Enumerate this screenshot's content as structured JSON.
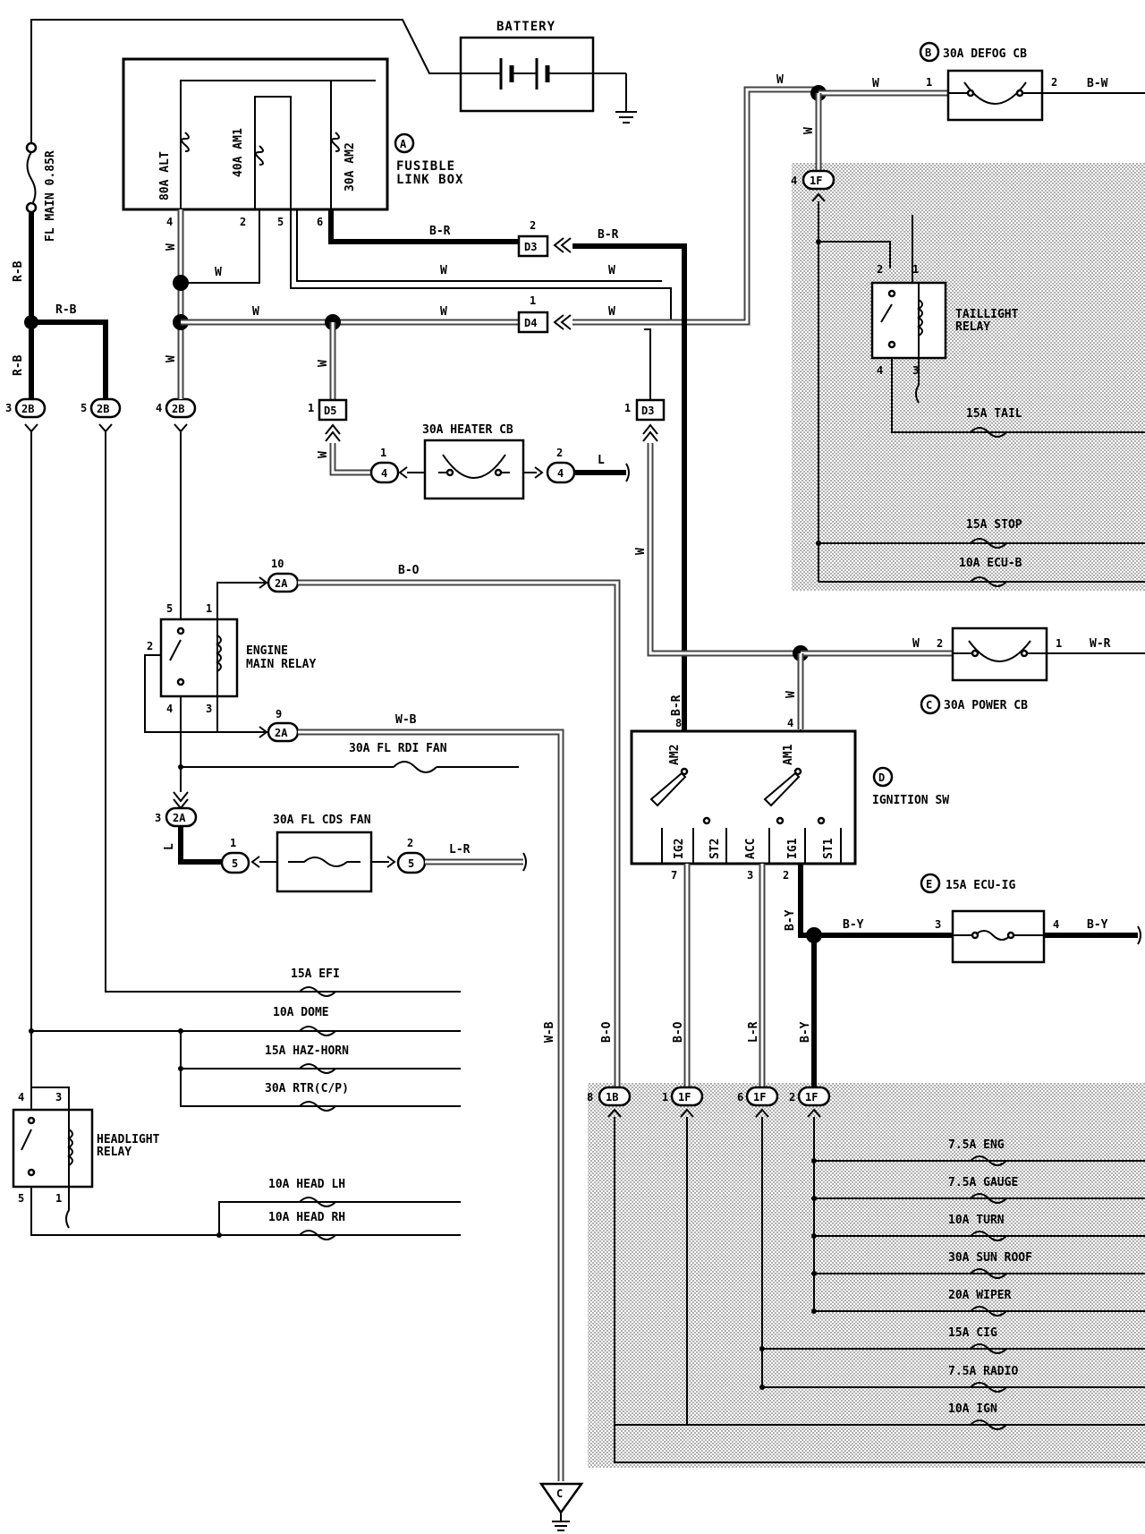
{
  "battery": {
    "label": "BATTERY"
  },
  "fusible_link_box": {
    "letter": "A",
    "label_line1": "FUSIBLE",
    "label_line2": "LINK BOX",
    "fuses": [
      "80A ALT",
      "40A AM1",
      "30A AM2"
    ],
    "pins": [
      "4",
      "2",
      "5",
      "6"
    ]
  },
  "fl_main": {
    "label": "FL MAIN 0.85R"
  },
  "defog_cb": {
    "letter": "B",
    "label": "30A DEFOG CB",
    "pin_left": "1",
    "pin_right": "2",
    "wire_out": "B-W"
  },
  "power_cb": {
    "letter": "C",
    "label": "30A POWER CB",
    "pin_left": "2",
    "pin_right": "1",
    "wire_in": "W",
    "wire_out": "W-R"
  },
  "ignition_sw": {
    "letter": "D",
    "label": "IGNITION SW",
    "top_terminals": [
      "AM2",
      "AM1"
    ],
    "bottom_terminals": [
      "IG2",
      "ST2",
      "ACC",
      "IG1",
      "ST1"
    ],
    "top_pins": [
      "8",
      "4"
    ],
    "bottom_pins": [
      "7",
      "3",
      "2"
    ]
  },
  "ecu_ig": {
    "letter": "E",
    "label": "15A ECU-IG",
    "pin_left": "3",
    "pin_right": "4",
    "wire_in": "B-Y",
    "wire_out": "B-Y"
  },
  "taillight_relay": {
    "label_line1": "TAILLIGHT",
    "label_line2": "RELAY",
    "pins": [
      "2",
      "1",
      "4",
      "3"
    ]
  },
  "engine_main_relay": {
    "label_line1": "ENGINE",
    "label_line2": "MAIN RELAY",
    "pins": [
      "5",
      "1",
      "2",
      "4",
      "3"
    ]
  },
  "headlight_relay": {
    "label_line1": "HEADLIGHT",
    "label_line2": "RELAY",
    "pins": [
      "4",
      "3",
      "5",
      "1"
    ]
  },
  "heater_cb": {
    "label": "30A HEATER CB"
  },
  "fl_rdi_fan": {
    "label": "30A FL RDI FAN"
  },
  "fl_cds_fan": {
    "label": "30A FL CDS FAN"
  },
  "connectors": {
    "c2B": "2B",
    "c2A": "2A",
    "c1F": "1F",
    "c1B": "1B",
    "c4": "4",
    "c5": "5",
    "D3": "D3",
    "D4": "D4",
    "D5": "D5"
  },
  "wire_colors": {
    "W": "W",
    "BR": "B-R",
    "RB": "R-B",
    "BO": "B-O",
    "WB": "W-B",
    "L": "L",
    "LR": "L-R",
    "BY": "B-Y"
  },
  "taillight_fuses": [
    "15A TAIL",
    "15A STOP",
    "10A ECU-B"
  ],
  "left_fuses": [
    "15A EFI",
    "10A DOME",
    "15A HAZ-HORN",
    "30A RTR(C/P)"
  ],
  "head_fuses": [
    "10A HEAD LH",
    "10A HEAD RH"
  ],
  "ig_fuses": [
    "7.5A ENG",
    "7.5A GAUGE",
    "10A TURN",
    "30A SUN ROOF",
    "20A WIPER",
    "15A CIG",
    "7.5A RADIO",
    "10A IGN"
  ],
  "ground_ref": "C"
}
